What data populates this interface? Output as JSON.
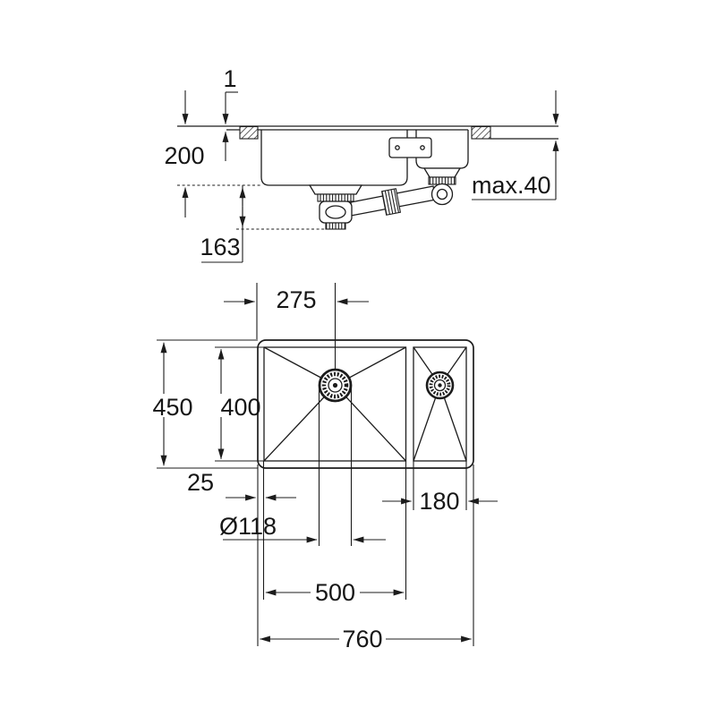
{
  "drawing": {
    "views": {
      "side_view_name": "side-elevation-with-drain-assembly",
      "plan_view_name": "plan-view-double-bowl"
    },
    "labels": {
      "rim_height": "1",
      "bowl_depth": "200",
      "siphon_height": "163",
      "max_counter_thickness": "max.40",
      "outer_depth": "450",
      "inner_bowl_depth": "400",
      "drain_center_offset": "275",
      "edge_margin": "25",
      "small_bowl_width": "180",
      "drain_diameter": "Ø118",
      "main_bowl_width": "500",
      "overall_width": "760"
    },
    "colors": {
      "line": "#1c1c1c",
      "background": "#ffffff"
    }
  }
}
